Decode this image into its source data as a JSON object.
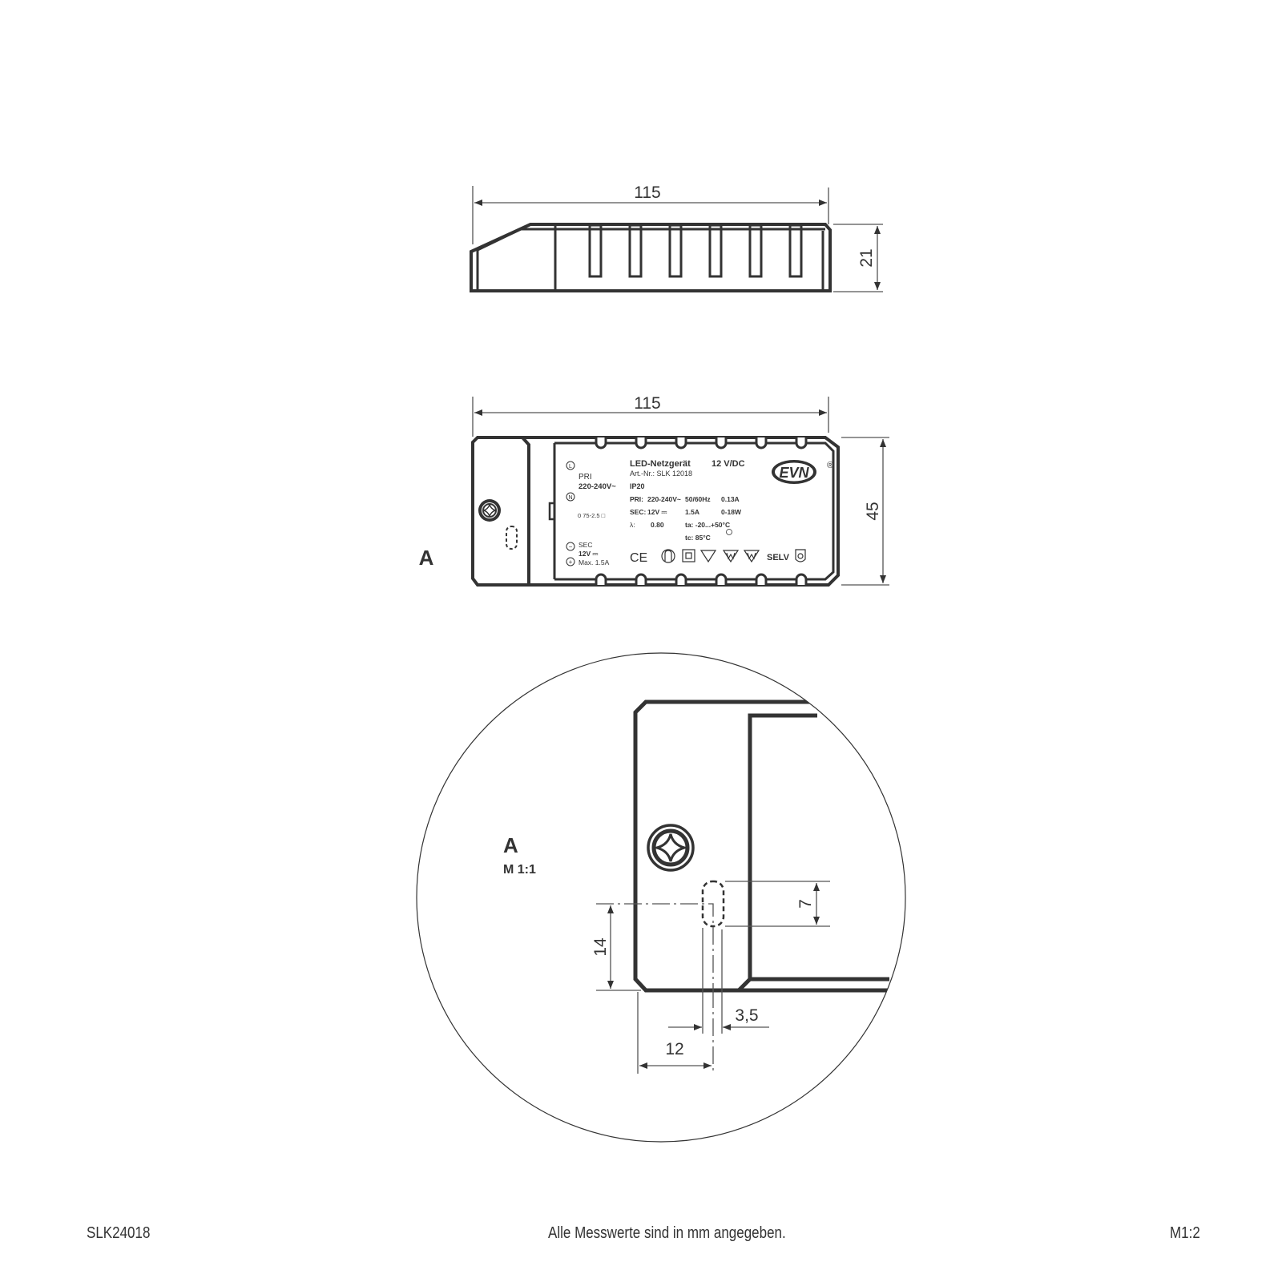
{
  "side_view": {
    "width_dim": "115",
    "height_dim": "21"
  },
  "top_view": {
    "width_dim": "115",
    "height_dim": "45",
    "view_marker": "A",
    "left_terminal": {
      "L_symbol": "L",
      "N_symbol": "N",
      "pri_label": "PRI",
      "pri_voltage": "220-240V~",
      "wire_size": "0 75-2.5 □",
      "minus_symbol": "−",
      "plus_symbol": "+",
      "sec_label": "SEC",
      "sec_voltage": "12V ⎓",
      "sec_max": "Max. 1.5A"
    },
    "label": {
      "title": "LED-Netzgerät",
      "output": "12 V/DC",
      "art_nr": "Art.-Nr.: SLK 12018",
      "ip": "IP20",
      "pri_row": [
        "PRI:",
        "220-240V~",
        "50/60Hz",
        "0.13A"
      ],
      "sec_row": [
        "SEC:",
        "12V ⎓",
        "1.5A",
        "0-18W"
      ],
      "lambda_row": [
        "λ:",
        "0.80",
        "ta: -20...+50°C"
      ],
      "tc": "tc: 85°C",
      "cert_symbols": [
        "CE",
        "independent-control-gear",
        "class-II",
        "110-triangle",
        "M-triangle",
        "MM-triangle"
      ],
      "selv": "SELV",
      "brand": "EVN",
      "registered": "®"
    }
  },
  "detail_view": {
    "title": "A",
    "scale": "M 1:1",
    "dims": {
      "slot_height": "7",
      "slot_from_bottom": "14",
      "slot_from_left": "12",
      "slot_width": "3,5"
    }
  },
  "footer": {
    "article": "SLK24018",
    "note": "Alle Messwerte sind in mm angegeben.",
    "scale": "M1:2"
  }
}
